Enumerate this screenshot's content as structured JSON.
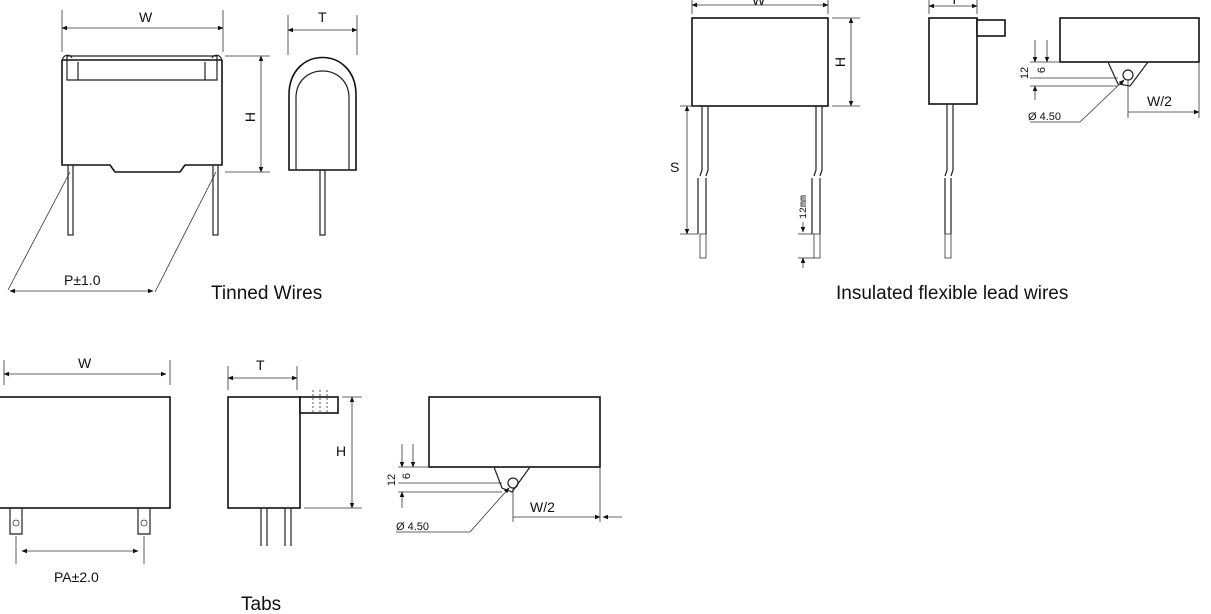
{
  "tinned": {
    "front_width_label": "W",
    "height_label": "H",
    "side_thickness_label": "T",
    "pitch_label": "P±1.0",
    "caption": "Tinned Wires"
  },
  "insulated": {
    "front_width_label": "W",
    "height_label": "H",
    "spacing_label": "S",
    "lead_strip_label": "12mm",
    "side_thickness_label": "T",
    "detail_dim_12": "12",
    "detail_dim_6": "6",
    "detail_half_width": "W/2",
    "detail_hole_dia": "Ø 4.50",
    "caption": "Insulated flexible lead wires"
  },
  "tabs": {
    "front_width_label": "W",
    "pitch_label": "PA±2.0",
    "side_thickness_label": "T",
    "height_label": "H",
    "detail_dim_12": "12",
    "detail_dim_6": "6",
    "detail_half_width": "W/2",
    "detail_hole_dia": "Ø 4.50",
    "caption": "Tabs"
  }
}
